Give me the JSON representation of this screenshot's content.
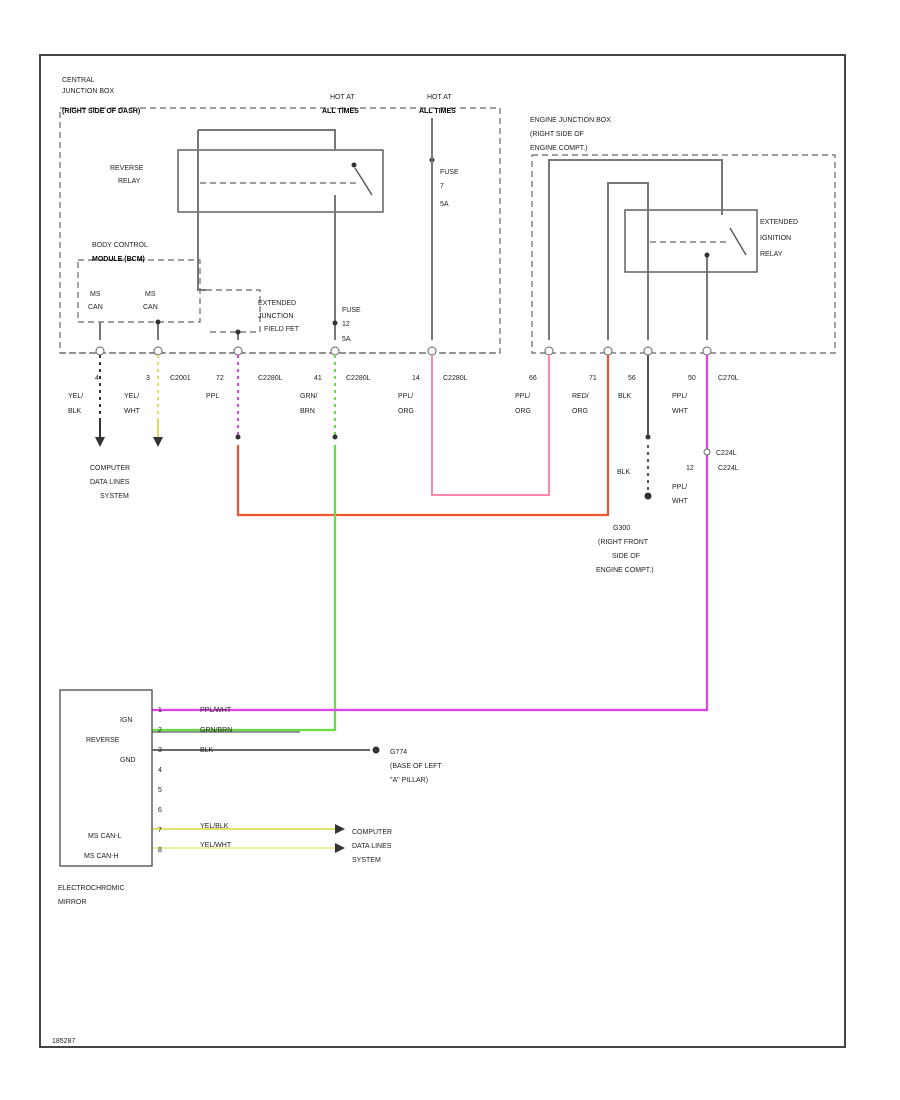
{
  "frame": {
    "footer_code": "185287"
  },
  "central_junction_box": {
    "title": [
      "CENTRAL",
      "JUNCTION BOX",
      "(RIGHT SIDE OF DASH)"
    ],
    "hot_left": [
      "HOT AT",
      "ALL TIMES"
    ],
    "hot_right": [
      "HOT AT",
      "ALL TIMES"
    ],
    "reverse_relay": [
      "REVERSE",
      "RELAY"
    ],
    "fuse_right": [
      "FUSE",
      "7",
      "5A"
    ],
    "bcm": [
      "BODY CONTROL",
      "MODULE (BCM)"
    ],
    "bcm_pins": [
      [
        "MS",
        "CAN"
      ],
      [
        "MS",
        "CAN"
      ]
    ],
    "ext_jfet": [
      "EXTENDED",
      "JUNCTION",
      "FIELD FET"
    ],
    "fuse_mid": [
      "FUSE",
      "12",
      "5A"
    ]
  },
  "engine_junction_box": {
    "title": [
      "ENGINE JUNCTION BOX",
      "(RIGHT SIDE OF",
      "ENGINE COMPT.)"
    ],
    "relay": [
      "EXTENDED",
      "IGNITION",
      "RELAY"
    ]
  },
  "connectors": {
    "pins": [
      "4",
      "3",
      "72",
      "41",
      "14",
      "66",
      "71",
      "56",
      "50"
    ],
    "names": [
      "C2001",
      "C2280L",
      "C2280L",
      "C2280L",
      "C270L"
    ],
    "wires": [
      [
        "YEL/",
        "BLK"
      ],
      [
        "YEL/",
        "WHT"
      ],
      [
        "PPL"
      ],
      [
        "GRN/",
        "BRN"
      ],
      [
        "PPL/",
        "ORG"
      ],
      [
        "PPL/",
        "ORG"
      ],
      [
        "RED/",
        "ORG"
      ],
      [
        "BLK"
      ],
      [
        "PPL/",
        "WHT"
      ]
    ]
  },
  "computer_data_top": [
    "COMPUTER",
    "DATA LINES",
    "SYSTEM"
  ],
  "ground_g300": {
    "wire": "BLK",
    "name": [
      "G300",
      "(RIGHT FRONT",
      "SIDE OF",
      "ENGINE COMPT.)"
    ]
  },
  "c224l": {
    "name1": "C224L",
    "pin": "12",
    "name2": "C224L",
    "wire": [
      "PPL/",
      "WHT"
    ]
  },
  "mirror": {
    "name": [
      "ELECTROCHROMIC",
      "MIRROR"
    ],
    "pins": [
      {
        "label": "IGN",
        "num": "1",
        "wire": "PPL/WHT"
      },
      {
        "label": "REVERSE",
        "num": "2",
        "wire": "GRN/BRN"
      },
      {
        "label": "GND",
        "num": "3",
        "wire": "BLK"
      },
      {
        "label": "",
        "num": "4",
        "wire": ""
      },
      {
        "label": "",
        "num": "5",
        "wire": ""
      },
      {
        "label": "",
        "num": "6",
        "wire": ""
      },
      {
        "label": "MS CAN-L",
        "num": "7",
        "wire": "YEL/BLK"
      },
      {
        "label": "MS CAN-H",
        "num": "8",
        "wire": "YEL/WHT"
      }
    ]
  },
  "g774": [
    "G774",
    "(BASE OF LEFT",
    "\"A\" PILLAR)"
  ],
  "computer_data_bottom": [
    "COMPUTER",
    "DATA LINES",
    "SYSTEM"
  ],
  "colors": {
    "ppl": "#e040e8",
    "grn": "#66dd44",
    "red": "#ee5533",
    "pink": "#ff88aa",
    "yel": "#dddd55",
    "blk": "#333333",
    "gray": "#888888"
  }
}
